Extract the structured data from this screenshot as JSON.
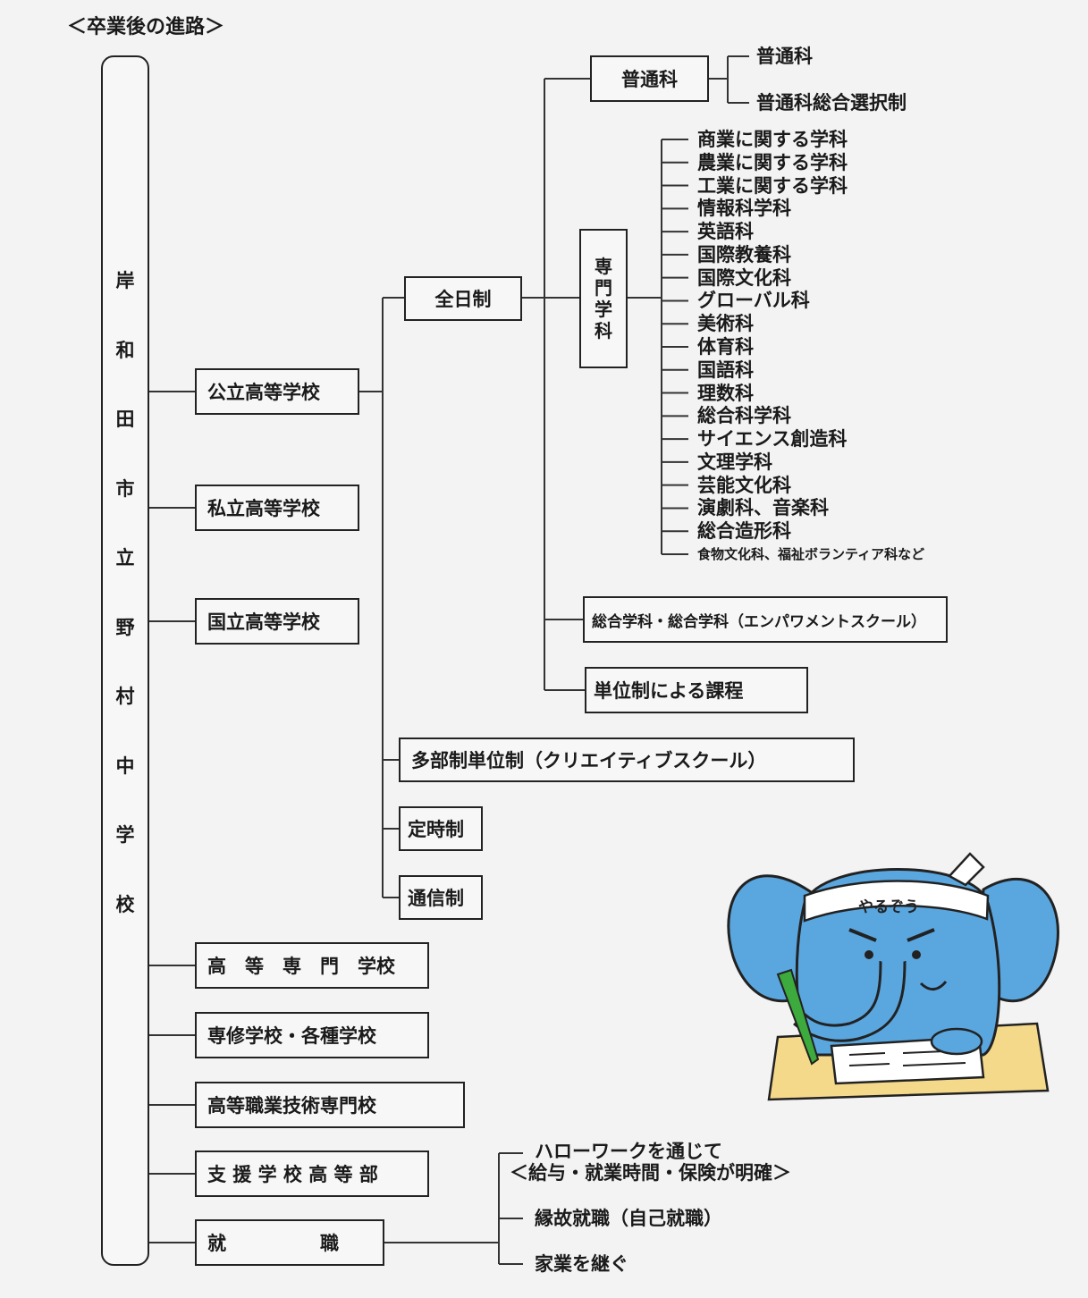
{
  "title": "＜卒業後の進路＞",
  "root_chars": [
    "岸",
    "和",
    "田",
    "市",
    "立",
    "野",
    "村",
    "中",
    "学",
    "校"
  ],
  "level1": {
    "public": "公立高等学校",
    "private": "私立高等学校",
    "national": "国立高等学校",
    "technical_college": "高　等　専　門　学校",
    "specialized": "専修学校・各種学校",
    "vocational": "高等職業技術専門校",
    "support": "支 援 学 校 高 等 部",
    "employment": "就　　　　　職"
  },
  "public_branches": {
    "fulltime": "全日制",
    "multipart": "多部制単位制（クリエイティブスクール）",
    "parttime": "定時制",
    "correspondence": "通信制"
  },
  "fulltime_branches": {
    "general": "普通科",
    "specialized_chars": [
      "専",
      "門",
      "学",
      "科"
    ],
    "integrated": "総合学科・総合学科（エンパワメントスクール）",
    "credit": "単位制による課程"
  },
  "general_subs": [
    "普通科",
    "普通科総合選択制"
  ],
  "specialized_subs": [
    "商業に関する学科",
    "農業に関する学科",
    "工業に関する学科",
    "情報科学科",
    "英語科",
    "国際教養科",
    "国際文化科",
    "グローバル科",
    "美術科",
    "体育科",
    "国語科",
    "理数科",
    "総合科学科",
    "サイエンス創造科",
    "文理学科",
    "芸能文化科",
    "演劇科、音楽科",
    "総合造形科",
    "食物文化科、福祉ボランティア科など"
  ],
  "employment_subs": [
    "ハローワークを通じて",
    "＜給与・就業時間・保険が明確＞",
    "縁故就職（自己就職）",
    "家業を継ぐ"
  ],
  "mascot": {
    "icon": "elephant-mascot-icon",
    "headband_text": "やるぞう",
    "body_color": "#5aa7e0",
    "pencil_color": "#3caa3c",
    "desk_color": "#f5d98a"
  }
}
